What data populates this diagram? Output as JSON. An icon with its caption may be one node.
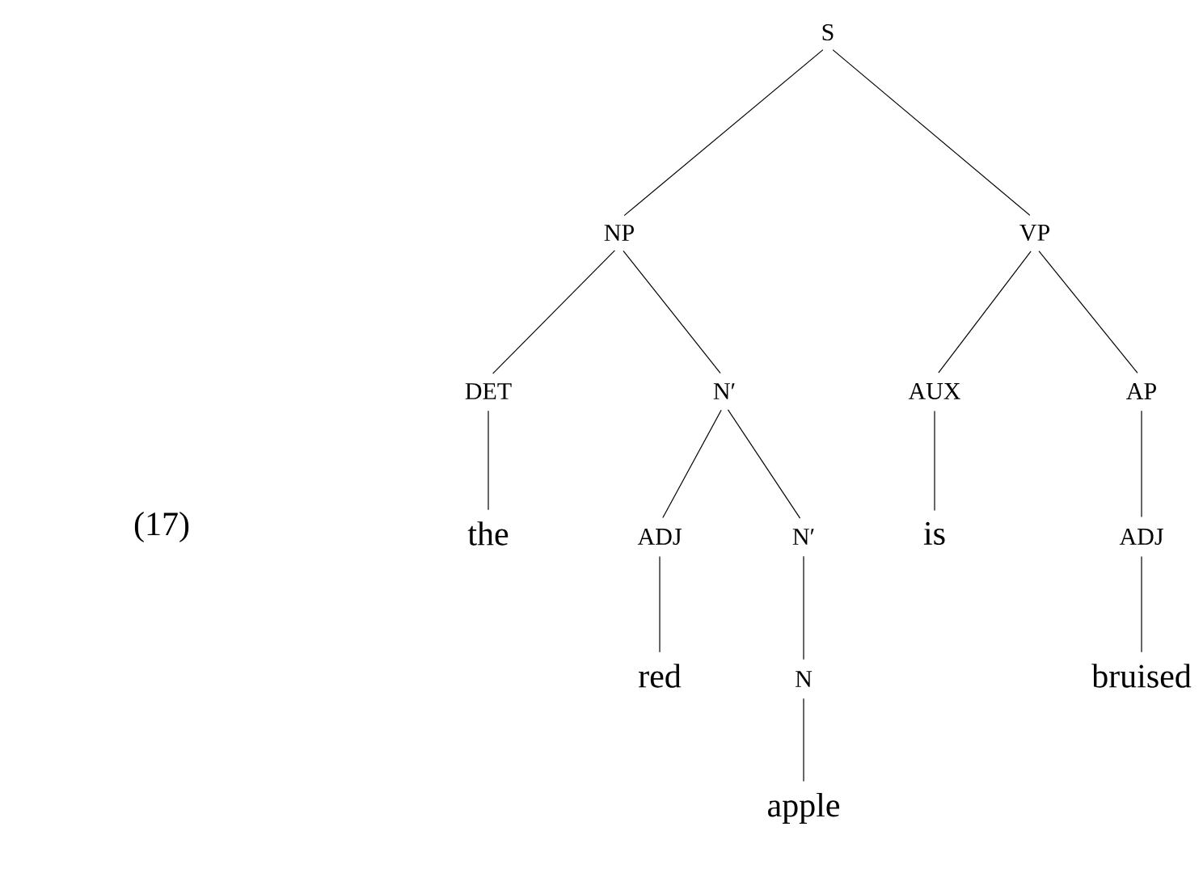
{
  "diagram": {
    "nodes": [
      {
        "text": [
          "S"
        ]
      },
      {
        "text": [
          "NP"
        ]
      },
      {
        "text": [
          "VP"
        ]
      },
      {
        "text": [
          "DET"
        ]
      },
      {
        "text": [
          "N′"
        ]
      },
      {
        "text": [
          "AUX"
        ]
      },
      {
        "text": [
          "AP"
        ]
      },
      {
        "text": [
          "the"
        ]
      },
      {
        "text": [
          "ADJ"
        ]
      },
      {
        "text": [
          "N′"
        ]
      },
      {
        "text": [
          "is"
        ]
      },
      {
        "text": [
          "ADJ"
        ]
      },
      {
        "text": [
          "red"
        ]
      },
      {
        "text": [
          "N"
        ]
      },
      {
        "text": [
          "bruised"
        ]
      },
      {
        "text": [
          "apple"
        ]
      }
    ],
    "edges": [
      {
        "from": 0,
        "to": 1,
        "arrow": "none"
      },
      {
        "from": 0,
        "to": 2,
        "arrow": "none"
      },
      {
        "from": 1,
        "to": 3,
        "arrow": "none"
      },
      {
        "from": 1,
        "to": 4,
        "arrow": "none"
      },
      {
        "from": 2,
        "to": 5,
        "arrow": "none"
      },
      {
        "from": 2,
        "to": 6,
        "arrow": "none"
      },
      {
        "from": 3,
        "to": 7,
        "arrow": "none"
      },
      {
        "from": 4,
        "to": 8,
        "arrow": "none"
      },
      {
        "from": 4,
        "to": 9,
        "arrow": "none"
      },
      {
        "from": 5,
        "to": 10,
        "arrow": "none"
      },
      {
        "from": 6,
        "to": 11,
        "arrow": "none"
      },
      {
        "from": 8,
        "to": 12,
        "arrow": "none"
      },
      {
        "from": 9,
        "to": 13,
        "arrow": "none"
      },
      {
        "from": 11,
        "to": 14,
        "arrow": "none"
      },
      {
        "from": 13,
        "to": 15,
        "arrow": "none"
      }
    ],
    "labels": [
      "(17)"
    ]
  }
}
